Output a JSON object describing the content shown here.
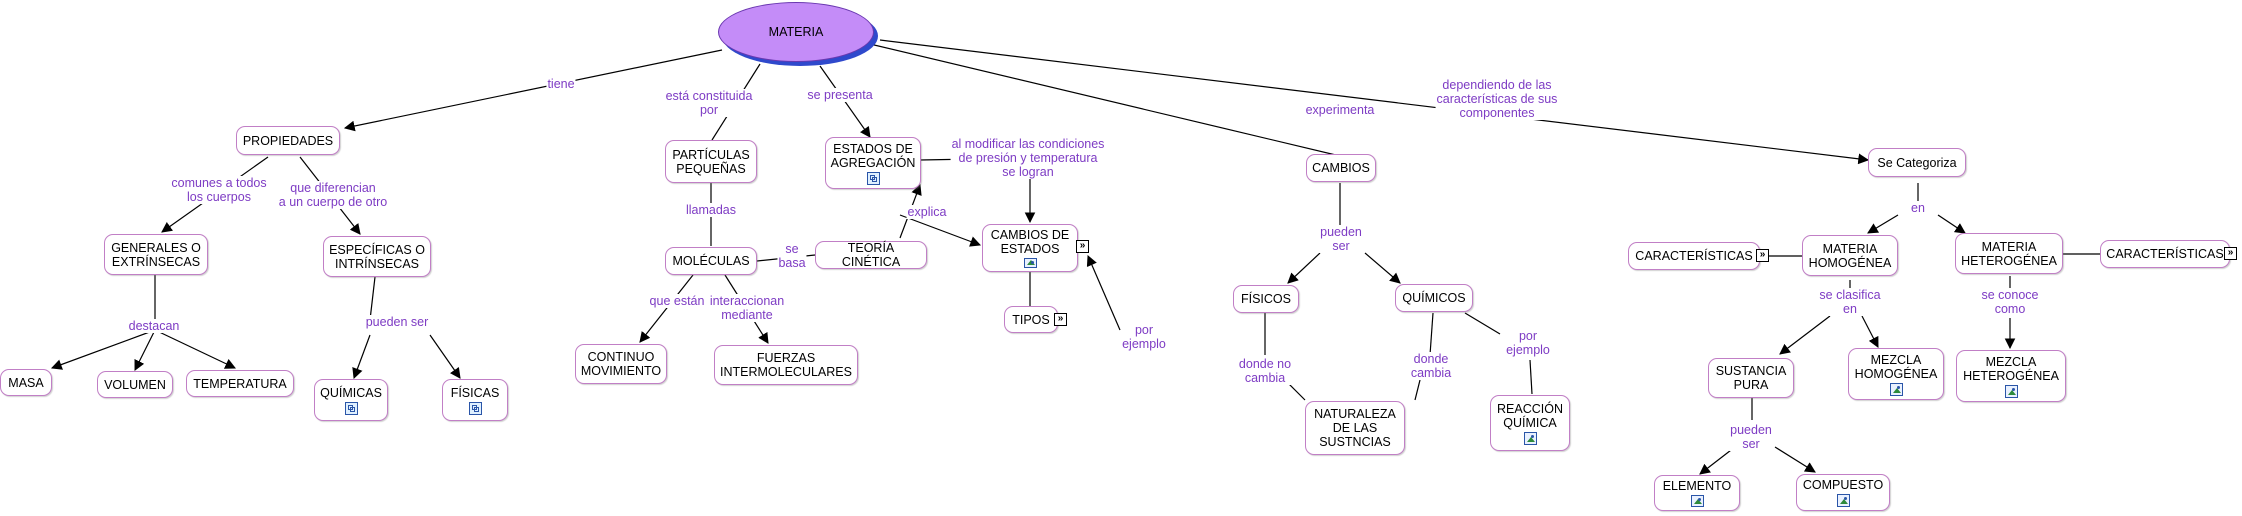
{
  "root": "MATERIA",
  "nodes": {
    "propiedades": "PROPIEDADES",
    "generales_1": "GENERALES O",
    "generales_2": "EXTRÍNSECAS",
    "especificas_1": "ESPECÍFICAS O",
    "especificas_2": "INTRÍNSECAS",
    "masa": "MASA",
    "volumen": "VOLUMEN",
    "temperatura": "TEMPERATURA",
    "quimicas_prop": "QUÍMICAS",
    "fisicas_prop": "FÍSICAS",
    "particulas_1": "PARTÍCULAS",
    "particulas_2": "PEQUEÑAS",
    "moleculas": "MOLÉCULAS",
    "continuo_1": "CONTINUO",
    "continuo_2": "MOVIMIENTO",
    "fuerzas_1": "FUERZAS",
    "fuerzas_2": "INTERMOLECULARES",
    "estados_1": "ESTADOS DE",
    "estados_2": "AGREGACIÓN",
    "teoria": "TEORÍA CINÉTICA",
    "cambios_estados_1": "CAMBIOS DE",
    "cambios_estados_2": "ESTADOS",
    "tipos": "TIPOS",
    "cambios": "CAMBIOS",
    "fisicos": "FÍSICOS",
    "quimicos": "QUÍMICOS",
    "naturaleza_1": "NATURALEZA",
    "naturaleza_2": "DE LAS",
    "naturaleza_3": "SUSTNCIAS",
    "reaccion_1": "REACCIÓN",
    "reaccion_2": "QUÍMICA",
    "categoriza": "Se Categoriza",
    "homogenea_1": "MATERIA",
    "homogenea_2": "HOMOGÉNEA",
    "heterogenea_1": "MATERIA",
    "heterogenea_2": "HETEROGÉNEA",
    "caracteristicas_left": "CARACTERÍSTICAS",
    "caracteristicas_right": "CARACTERÍSTICAS",
    "sustancia_1": "SUSTANCIA",
    "sustancia_2": "PURA",
    "mezcla_hom_1": "MEZCLA",
    "mezcla_hom_2": "HOMOGÉNEA",
    "mezcla_het_1": "MEZCLA",
    "mezcla_het_2": "HETEROGÉNEA",
    "elemento": "ELEMENTO",
    "compuesto": "COMPUESTO"
  },
  "links": {
    "tiene": "tiene",
    "constituida_1": "está constituida",
    "constituida_2": "por",
    "presenta": "se presenta",
    "experimenta": "experimenta",
    "dependiendo_1": "dependiendo de las",
    "dependiendo_2": "características de sus",
    "dependiendo_3": "componentes",
    "comunes_1": "comunes a todos",
    "comunes_2": "los cuerpos",
    "diferencian_1": "que diferencian",
    "diferencian_2": "a un cuerpo de otro",
    "destacan": "destacan",
    "pueden_ser_1": "pueden ser",
    "llamadas": "llamadas",
    "que_estan": "que están",
    "interaccionan_1": "interaccionan",
    "interaccionan_2": "mediante",
    "se_basa_1": "se",
    "se_basa_2": "basa",
    "explica": "explica",
    "modificar_1": "al modificar las condiciones",
    "modificar_2": "de presión y temperatura",
    "modificar_3": "se logran",
    "por_ejemplo_1a": "por",
    "por_ejemplo_1b": "ejemplo",
    "pueden_ser_2a": "pueden",
    "pueden_ser_2b": "ser",
    "donde_no_1": "donde no",
    "donde_no_2": "cambia",
    "donde_1": "donde",
    "donde_2": "cambia",
    "por_ejemplo_2a": "por",
    "por_ejemplo_2b": "ejemplo",
    "en": "en",
    "clasifica_1": "se clasifica",
    "clasifica_2": "en",
    "conoce_1": "se conoce",
    "conoce_2": "como",
    "pueden_ser_3a": "pueden",
    "pueden_ser_3b": "ser"
  },
  "colors": {
    "node_border": "#c17fc6",
    "link_text": "#7e3cc4",
    "root_fill": "#c48cf8",
    "root_shadow": "#2f49cc"
  },
  "icons": {
    "image": "image-icon",
    "submap": "submap-icon",
    "expand": "expand-icon"
  }
}
